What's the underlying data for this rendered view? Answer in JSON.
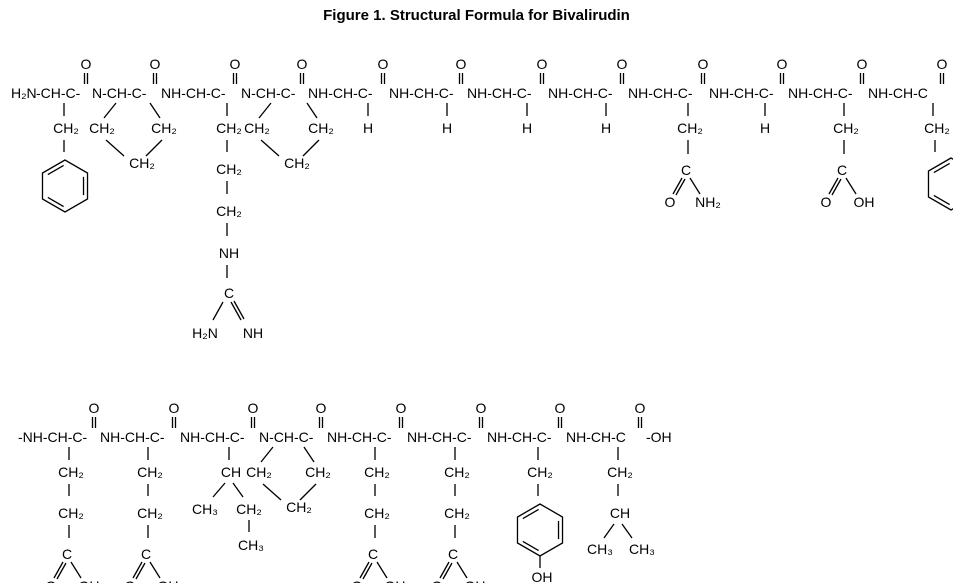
{
  "title": "Figure 1. Structural Formula for Bivalirudin",
  "row1": {
    "start": "H₂N",
    "residues": [
      {
        "name": "Phe",
        "alpha": "-CH-",
        "type": "benzyl"
      },
      {
        "name": "Pro",
        "alpha": "N-CH-",
        "type": "proline"
      },
      {
        "name": "Arg",
        "alpha": "NH-CH-",
        "type": "arginine"
      },
      {
        "name": "Pro",
        "alpha": "N-CH-",
        "type": "proline"
      },
      {
        "name": "Gly",
        "alpha": "NH-CH-",
        "type": "glycine"
      },
      {
        "name": "Gly",
        "alpha": "NH-CH-",
        "type": "glycine"
      },
      {
        "name": "Gly",
        "alpha": "NH-CH-",
        "type": "glycine"
      },
      {
        "name": "Gly",
        "alpha": "NH-CH-",
        "type": "glycine"
      },
      {
        "name": "Asn",
        "alpha": "NH-CH-",
        "type": "asparagine"
      },
      {
        "name": "Gly",
        "alpha": "NH-CH-",
        "type": "glycine"
      },
      {
        "name": "Asp",
        "alpha": "NH-CH-",
        "type": "aspartate"
      },
      {
        "name": "Phe",
        "alpha": "NH-CH-",
        "type": "benzyl"
      }
    ]
  },
  "row2": {
    "end": "-OH",
    "residues": [
      {
        "name": "Glu",
        "alpha": "-NH-CH-",
        "type": "glutamate"
      },
      {
        "name": "Glu",
        "alpha": "NH-CH-",
        "type": "glutamate"
      },
      {
        "name": "Ile",
        "alpha": "NH-CH-",
        "type": "isoleucine"
      },
      {
        "name": "Pro",
        "alpha": "N-CH-",
        "type": "proline"
      },
      {
        "name": "Glu",
        "alpha": "NH-CH-",
        "type": "glutamate"
      },
      {
        "name": "Glu",
        "alpha": "NH-CH-",
        "type": "glutamate"
      },
      {
        "name": "Tyr",
        "alpha": "NH-CH-",
        "type": "tyrosine"
      },
      {
        "name": "Leu",
        "alpha": "NH-CH-",
        "type": "leucine"
      }
    ]
  },
  "atoms": {
    "carbonyl_c": "C",
    "carbonyl_o": "O",
    "ch2": "CH₂",
    "ch": "CH",
    "ch3": "CH₃",
    "h": "H",
    "nh": "NH",
    "nh2": "NH₂",
    "h2n": "H₂N",
    "oh": "OH",
    "c": "C",
    "o": "O"
  }
}
